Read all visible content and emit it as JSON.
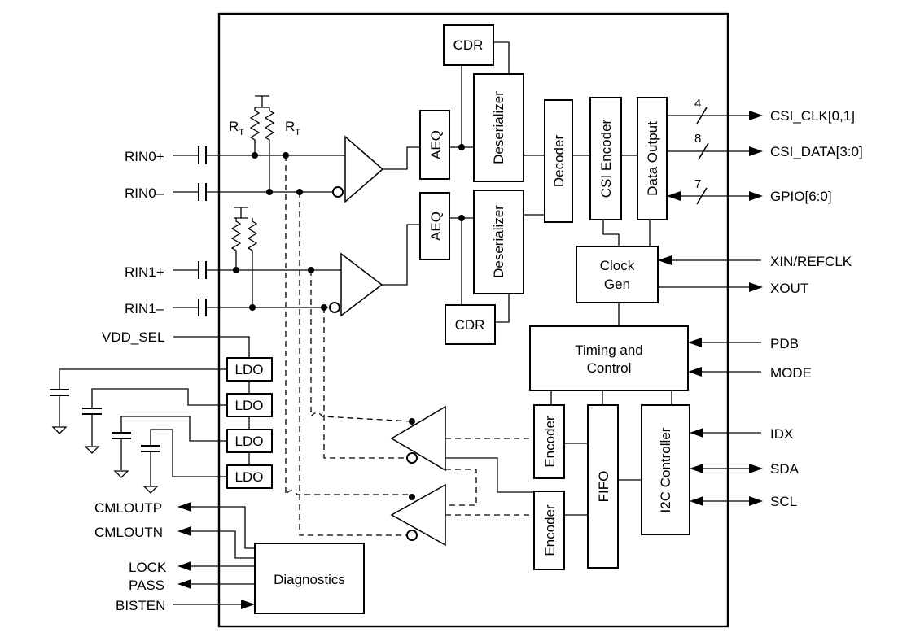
{
  "pins_left": {
    "rin0p": "RIN0+",
    "rin0n": "RIN0–",
    "rin1p": "RIN1+",
    "rin1n": "RIN1–",
    "vdd_sel": "VDD_SEL",
    "cmloutp": "CMLOUTP",
    "cmloutn": "CMLOUTN",
    "lock": "LOCK",
    "pass": "PASS",
    "bisten": "BISTEN"
  },
  "pins_right": {
    "csi_clk": "CSI_CLK[0,1]",
    "csi_data": "CSI_DATA[3:0]",
    "gpio": "GPIO[6:0]",
    "xin": "XIN/REFCLK",
    "xout": "XOUT",
    "pdb": "PDB",
    "mode": "MODE",
    "idx": "IDX",
    "sda": "SDA",
    "scl": "SCL"
  },
  "bus_widths": {
    "csi_clk": "4",
    "csi_data": "8",
    "gpio": "7"
  },
  "resistor_label": {
    "main": "R",
    "sub": "T"
  },
  "blocks": {
    "cdr": "CDR",
    "aeq": "AEQ",
    "deserializer": "Deserializer",
    "decoder": "Decoder",
    "csi_encoder": "CSI Encoder",
    "data_output": "Data Output",
    "clock_gen": [
      "Clock",
      "Gen"
    ],
    "timing_control": [
      "Timing and",
      "Control"
    ],
    "encoder": "Encoder",
    "fifo": "FIFO",
    "i2c_controller": "I2C Controller",
    "ldo": "LDO",
    "diagnostics": "Diagnostics"
  }
}
